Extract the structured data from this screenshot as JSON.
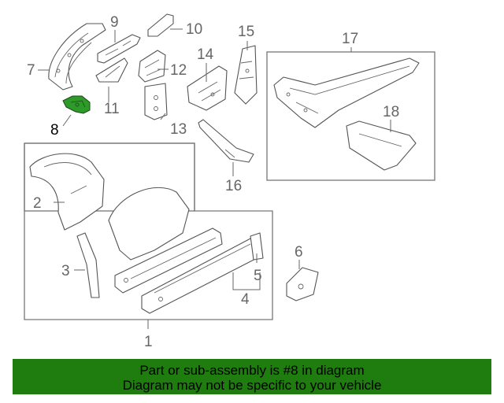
{
  "diagram": {
    "callouts": [
      "1",
      "2",
      "3",
      "4",
      "5",
      "6",
      "7",
      "8",
      "9",
      "10",
      "11",
      "12",
      "13",
      "14",
      "15",
      "16",
      "17",
      "18"
    ],
    "highlighted_callout": "8",
    "highlight_color": "#2e9a2a"
  },
  "banner": {
    "line1": "Part or sub-assembly is #8 in diagram",
    "line2": "Diagram may not be specific to your vehicle",
    "background": "#1e7d0e"
  }
}
